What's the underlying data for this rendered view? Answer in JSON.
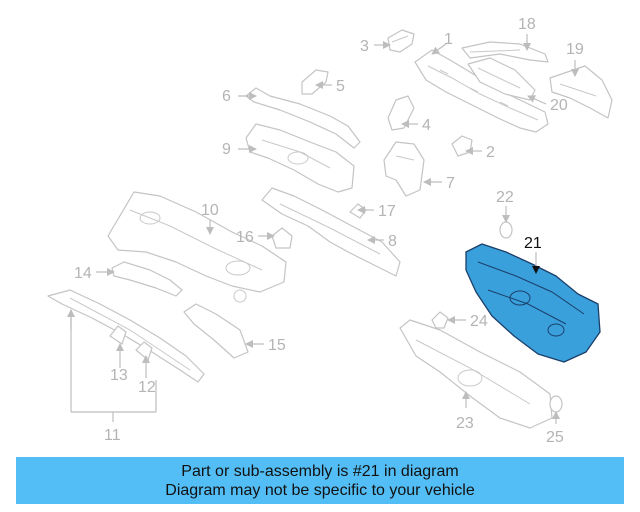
{
  "callouts": [
    "1",
    "2",
    "3",
    "4",
    "5",
    "6",
    "7",
    "8",
    "9",
    "10",
    "11",
    "12",
    "13",
    "14",
    "15",
    "16",
    "17",
    "18",
    "19",
    "20",
    "21",
    "22",
    "23",
    "24",
    "25"
  ],
  "highlighted_part": "21",
  "colors": {
    "highlight_fill": "#3aa0dc",
    "highlight_outline": "#1a3f6a",
    "banner": "#53bdf5",
    "line_art": "#c4c4c4"
  },
  "banner": {
    "line1": "Part or sub-assembly is #21 in diagram",
    "line2": "Diagram may not be specific to your vehicle"
  }
}
